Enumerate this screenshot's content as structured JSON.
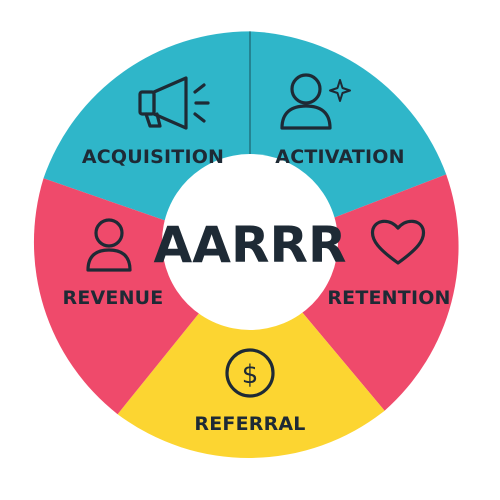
{
  "center": {
    "label": "AARRR"
  },
  "segments": [
    {
      "key": "acquisition",
      "label": "ACQUISITION",
      "icon": "megaphone-icon",
      "color": "#2fb6c9"
    },
    {
      "key": "activation",
      "label": "ACTIVATION",
      "icon": "user-sparkle-icon",
      "color": "#2fb6c9"
    },
    {
      "key": "retention",
      "label": "RETENTION",
      "icon": "heart-icon",
      "color": "#ef4a6b"
    },
    {
      "key": "referral",
      "label": "REFERRAL",
      "icon": "dollar-coin-icon",
      "color": "#fcd531"
    },
    {
      "key": "revenue",
      "label": "REVENUE",
      "icon": "user-icon",
      "color": "#ef4a6b"
    }
  ],
  "colors": {
    "text": "#1e2a35",
    "divider": "#1f6e7a",
    "center_fill": "#ffffff"
  }
}
